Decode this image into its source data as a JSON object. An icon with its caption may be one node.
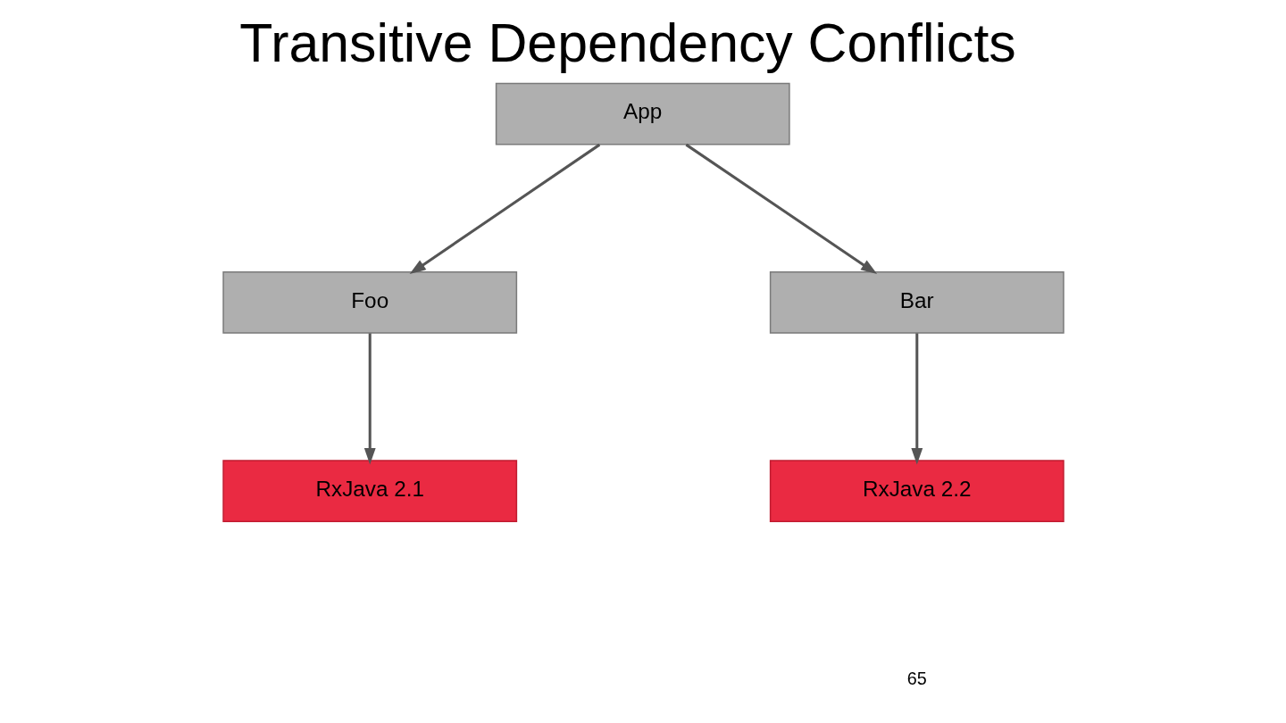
{
  "diagram": {
    "title": "Transitive Dependency Conflicts",
    "nodes": [
      {
        "text": [
          "App"
        ]
      },
      {
        "text": [
          "Foo"
        ]
      },
      {
        "text": [
          "Bar"
        ]
      },
      {
        "text": [
          "RxJava 2.1"
        ]
      },
      {
        "text": [
          "RxJava 2.2"
        ]
      }
    ],
    "edges": [
      {
        "from": 0,
        "to": 1,
        "arrow": "to"
      },
      {
        "from": 0,
        "to": 2,
        "arrow": "to"
      },
      {
        "from": 1,
        "to": 3,
        "arrow": "to"
      },
      {
        "from": 2,
        "to": 4,
        "arrow": "to"
      }
    ],
    "labels": [
      "65"
    ]
  }
}
